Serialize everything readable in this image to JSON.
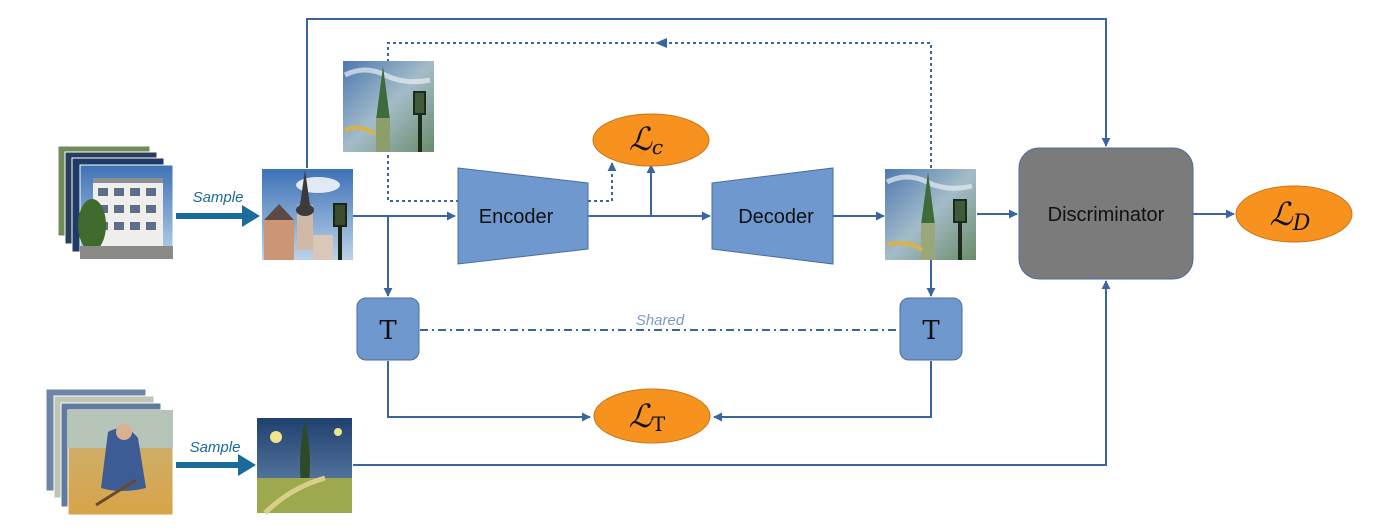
{
  "nodes": {
    "encoder": "Encoder",
    "decoder": "Decoder",
    "discriminator": "Discriminator",
    "t_left": "T",
    "t_right": "T"
  },
  "losses": {
    "content": {
      "symbol": "ℒ",
      "sub": "c"
    },
    "transform": {
      "symbol": "ℒ",
      "sub": "T"
    },
    "discriminator": {
      "symbol": "ℒ",
      "sub": "D"
    }
  },
  "edge_labels": {
    "sample_top": "Sample",
    "sample_bottom": "Sample",
    "shared": "Shared"
  },
  "images": {
    "photo_stack": "photo-dataset-stack",
    "photo_sample": "church-photo-sample",
    "stylized_preview": "stylized-preview",
    "stylized_output": "stylized-output",
    "art_stack": "art-dataset-stack",
    "art_sample": "art-sample-painting"
  },
  "colors": {
    "block": "#6f98cf",
    "block_stroke": "#4a6e9f",
    "arrow": "#3a66a0",
    "sample_arrow": "#1b6a9c",
    "loss": "#f7921e",
    "discriminator": "#7b7b7b",
    "shared_text": "#7a9bc8"
  }
}
